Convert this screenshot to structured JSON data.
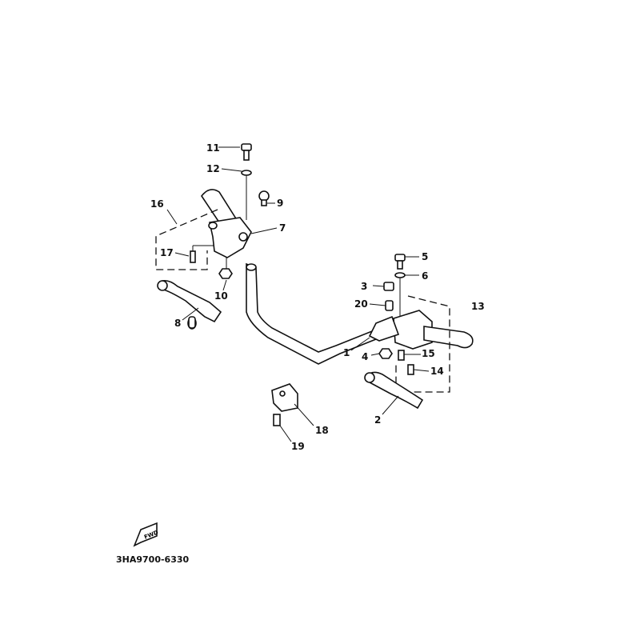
{
  "diagram": {
    "part_code": "3HA9700-6330",
    "fwd_marker": "FWD",
    "callouts": {
      "c1": "1",
      "c2": "2",
      "c3": "3",
      "c4": "4",
      "c5": "5",
      "c6": "6",
      "c7": "7",
      "c8": "8",
      "c9": "9",
      "c10": "10",
      "c11": "11",
      "c12": "12",
      "c13": "13",
      "c14": "14",
      "c15": "15",
      "c16": "16",
      "c17": "17",
      "c18": "18",
      "c19": "19",
      "c20": "20"
    }
  }
}
